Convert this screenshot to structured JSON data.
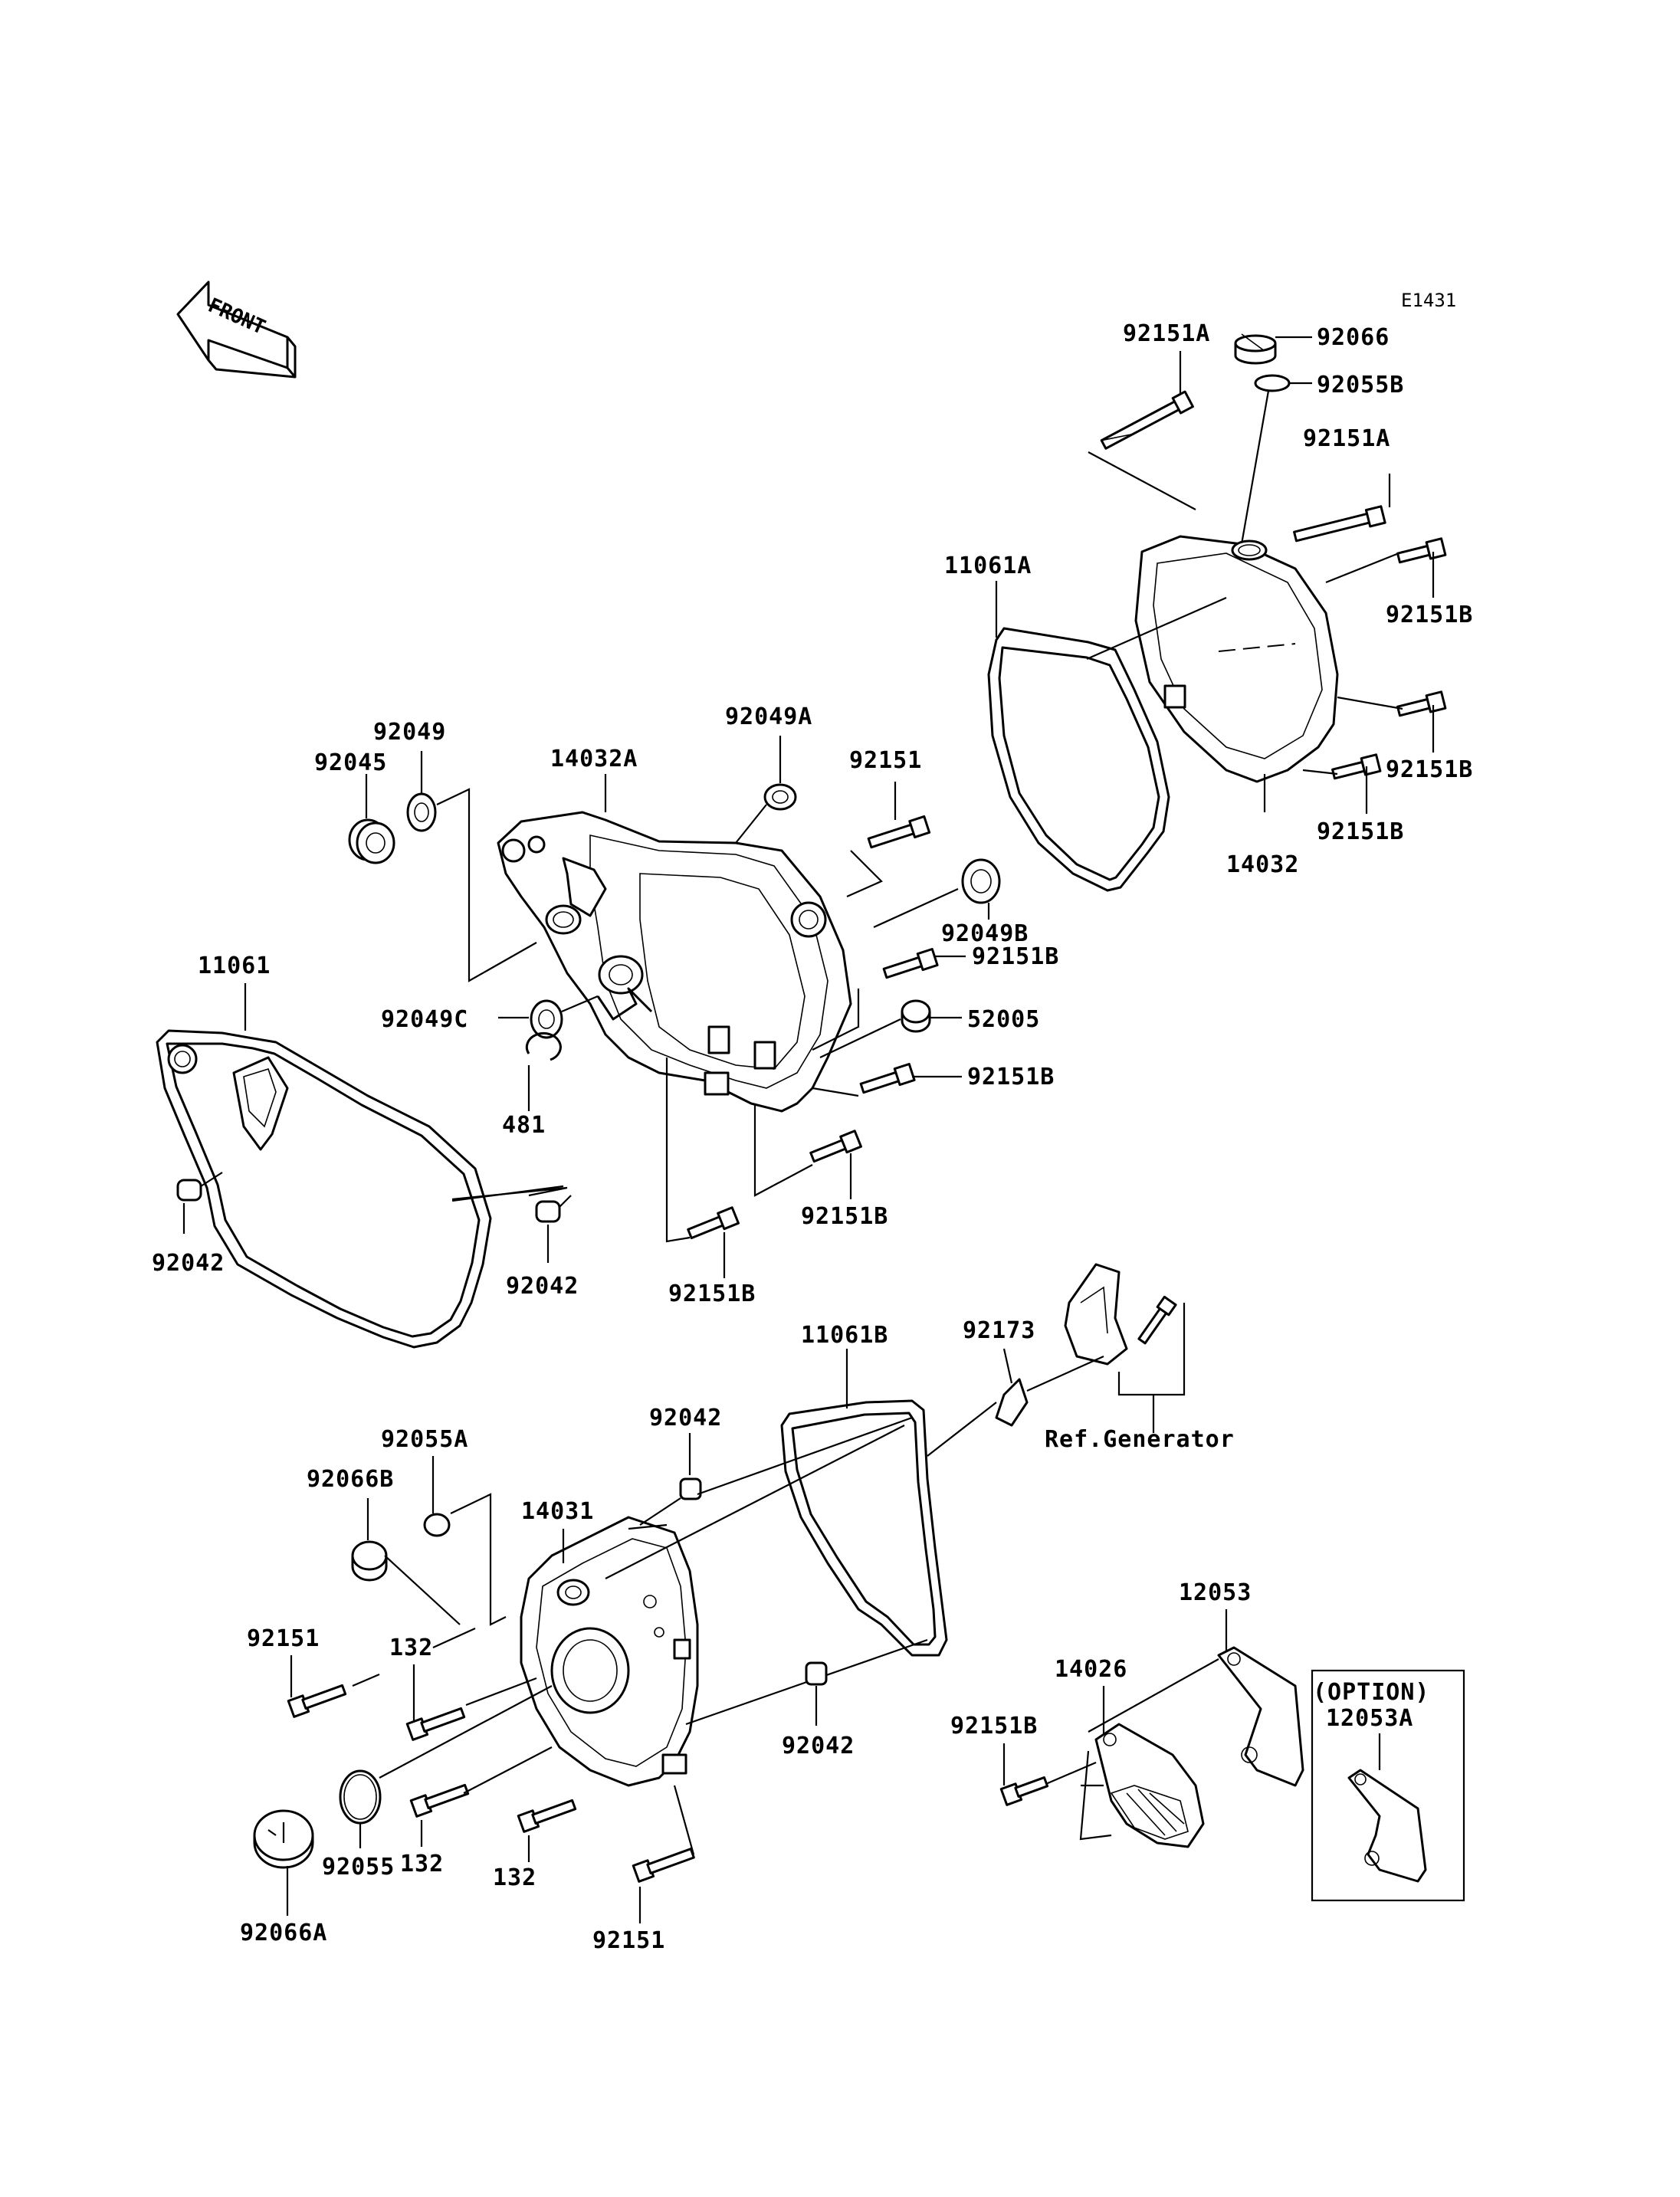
{
  "diagram_code": "E1431",
  "front_label": "FRONT",
  "option_label": "(OPTION)",
  "reference_label": "Ref.Generator",
  "part_labels": {
    "p92151A_top": "92151A",
    "p92066": "92066",
    "p92055B": "92055B",
    "p92151A_mid": "92151A",
    "p11061A": "11061A",
    "p92151B_r1": "92151B",
    "p92151B_r2": "92151B",
    "p92151B_r3": "92151B",
    "p14032": "14032",
    "p92049": "92049",
    "p92045": "92045",
    "p14032A": "14032A",
    "p92049A": "92049A",
    "p92151_top": "92151",
    "p92049B": "92049B",
    "p92151B_c1": "92151B",
    "p52005": "52005",
    "p92151B_c2": "92151B",
    "p92049C": "92049C",
    "p481": "481",
    "p92151B_c3": "92151B",
    "p92151B_c4": "92151B",
    "p11061": "11061",
    "p92042_l": "92042",
    "p92042_m": "92042",
    "p11061B": "11061B",
    "p92173": "92173",
    "p92042_c": "92042",
    "p92055A": "92055A",
    "p92066B": "92066B",
    "p14031": "14031",
    "p92151_bl": "92151",
    "p132_a": "132",
    "p92042_b": "92042",
    "p12053": "12053",
    "p14026": "14026",
    "p12053A": "12053A",
    "p92151B_b": "92151B",
    "p132_b": "132",
    "p132_c": "132",
    "p92055": "92055",
    "p92066A": "92066A",
    "p92151_bm": "92151"
  }
}
